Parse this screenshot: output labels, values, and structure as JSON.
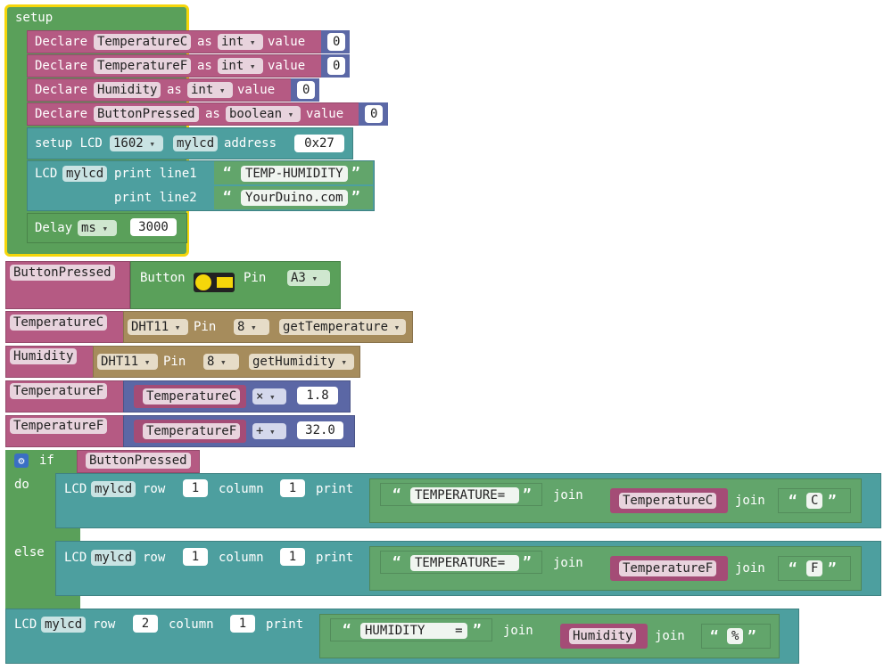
{
  "setup": {
    "label": "setup",
    "declares": [
      {
        "word": "Declare",
        "name": "TemperatureC",
        "as": "as",
        "type": "int",
        "value_word": "value",
        "value": "0"
      },
      {
        "word": "Declare",
        "name": "TemperatureF",
        "as": "as",
        "type": "int",
        "value_word": "value",
        "value": "0"
      },
      {
        "word": "Declare",
        "name": "Humidity",
        "as": "as",
        "type": "int",
        "value_word": "value",
        "value": "0"
      },
      {
        "word": "Declare",
        "name": "ButtonPressed",
        "as": "as",
        "type": "boolean",
        "value_word": "value",
        "value": "0"
      }
    ],
    "lcd_setup": {
      "word": "setup LCD",
      "model": "1602",
      "name": "mylcd",
      "address_word": "address",
      "address": "0x27"
    },
    "lcd_print": {
      "word": "LCD",
      "name": "mylcd",
      "line1_word": "print line1",
      "line1": "TEMP-HUMIDITY",
      "line2_word": "print line2",
      "line2": "YourDuino.com"
    },
    "delay": {
      "word": "Delay",
      "unit": "ms",
      "value": "3000"
    }
  },
  "button_assign": {
    "var": "ButtonPressed",
    "word": "Button",
    "pin_word": "Pin",
    "pin": "A3"
  },
  "tempc_assign": {
    "var": "TemperatureC",
    "sensor": "DHT11",
    "pin_word": "Pin",
    "pin": "8",
    "func": "getTemperature"
  },
  "hum_assign": {
    "var": "Humidity",
    "sensor": "DHT11",
    "pin_word": "Pin",
    "pin": "8",
    "func": "getHumidity"
  },
  "tempf_mul": {
    "var": "TemperatureF",
    "operand": "TemperatureC",
    "op": "×",
    "value": "1.8"
  },
  "tempf_add": {
    "var": "TemperatureF",
    "operand": "TemperatureF",
    "op": "+",
    "value": "32.0"
  },
  "if_block": {
    "if_word": "if",
    "cond": "ButtonPressed",
    "do_word": "do",
    "else_word": "else",
    "do_print": {
      "word": "LCD",
      "name": "mylcd",
      "row_word": "row",
      "row": "1",
      "col_word": "column",
      "col": "1",
      "print_word": "print",
      "str": "TEMPERATURE=",
      "join1": "join",
      "var": "TemperatureC",
      "join2": "join",
      "suffix": "C"
    },
    "else_print": {
      "word": "LCD",
      "name": "mylcd",
      "row_word": "row",
      "row": "1",
      "col_word": "column",
      "col": "1",
      "print_word": "print",
      "str": "TEMPERATURE=",
      "join1": "join",
      "var": "TemperatureF",
      "join2": "join",
      "suffix": "F"
    }
  },
  "hum_print": {
    "word": "LCD",
    "name": "mylcd",
    "row_word": "row",
    "row": "2",
    "col_word": "column",
    "col": "1",
    "print_word": "print",
    "str": "HUMIDITY    =",
    "join1": "join",
    "var": "Humidity",
    "join2": "join",
    "suffix": "%"
  },
  "quote_open": "“",
  "quote_close": "”"
}
